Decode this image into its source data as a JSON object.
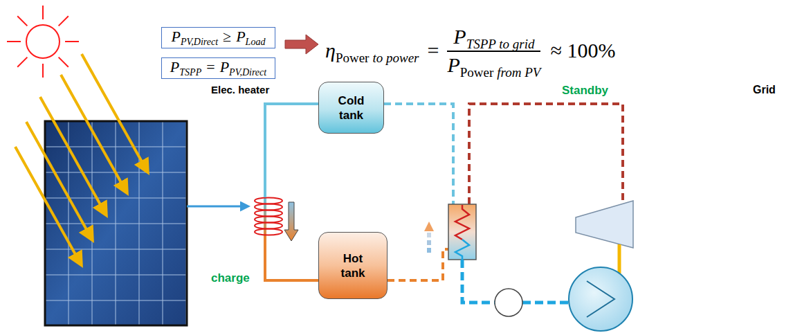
{
  "diagram": {
    "nodes": [
      {
        "text": [
          "P",
          "PV,Direct",
          "≥",
          "P",
          "Load"
        ]
      },
      {
        "text": [
          "P",
          "TSPP",
          "=",
          "P",
          "PV,Direct"
        ]
      },
      {
        "text": [
          "Cold tank"
        ]
      },
      {
        "text": [
          "Hot tank"
        ]
      }
    ],
    "edges": [
      {
        "from": 2,
        "to": 3,
        "arrow": "none"
      }
    ],
    "labels": [
      "η",
      "Power",
      "to power",
      "=",
      "P",
      "TSPP to grid",
      "P",
      "Power",
      "from PV",
      "≈ 100%",
      "Elec. heater",
      "charge",
      "Standby",
      "Grid"
    ]
  }
}
